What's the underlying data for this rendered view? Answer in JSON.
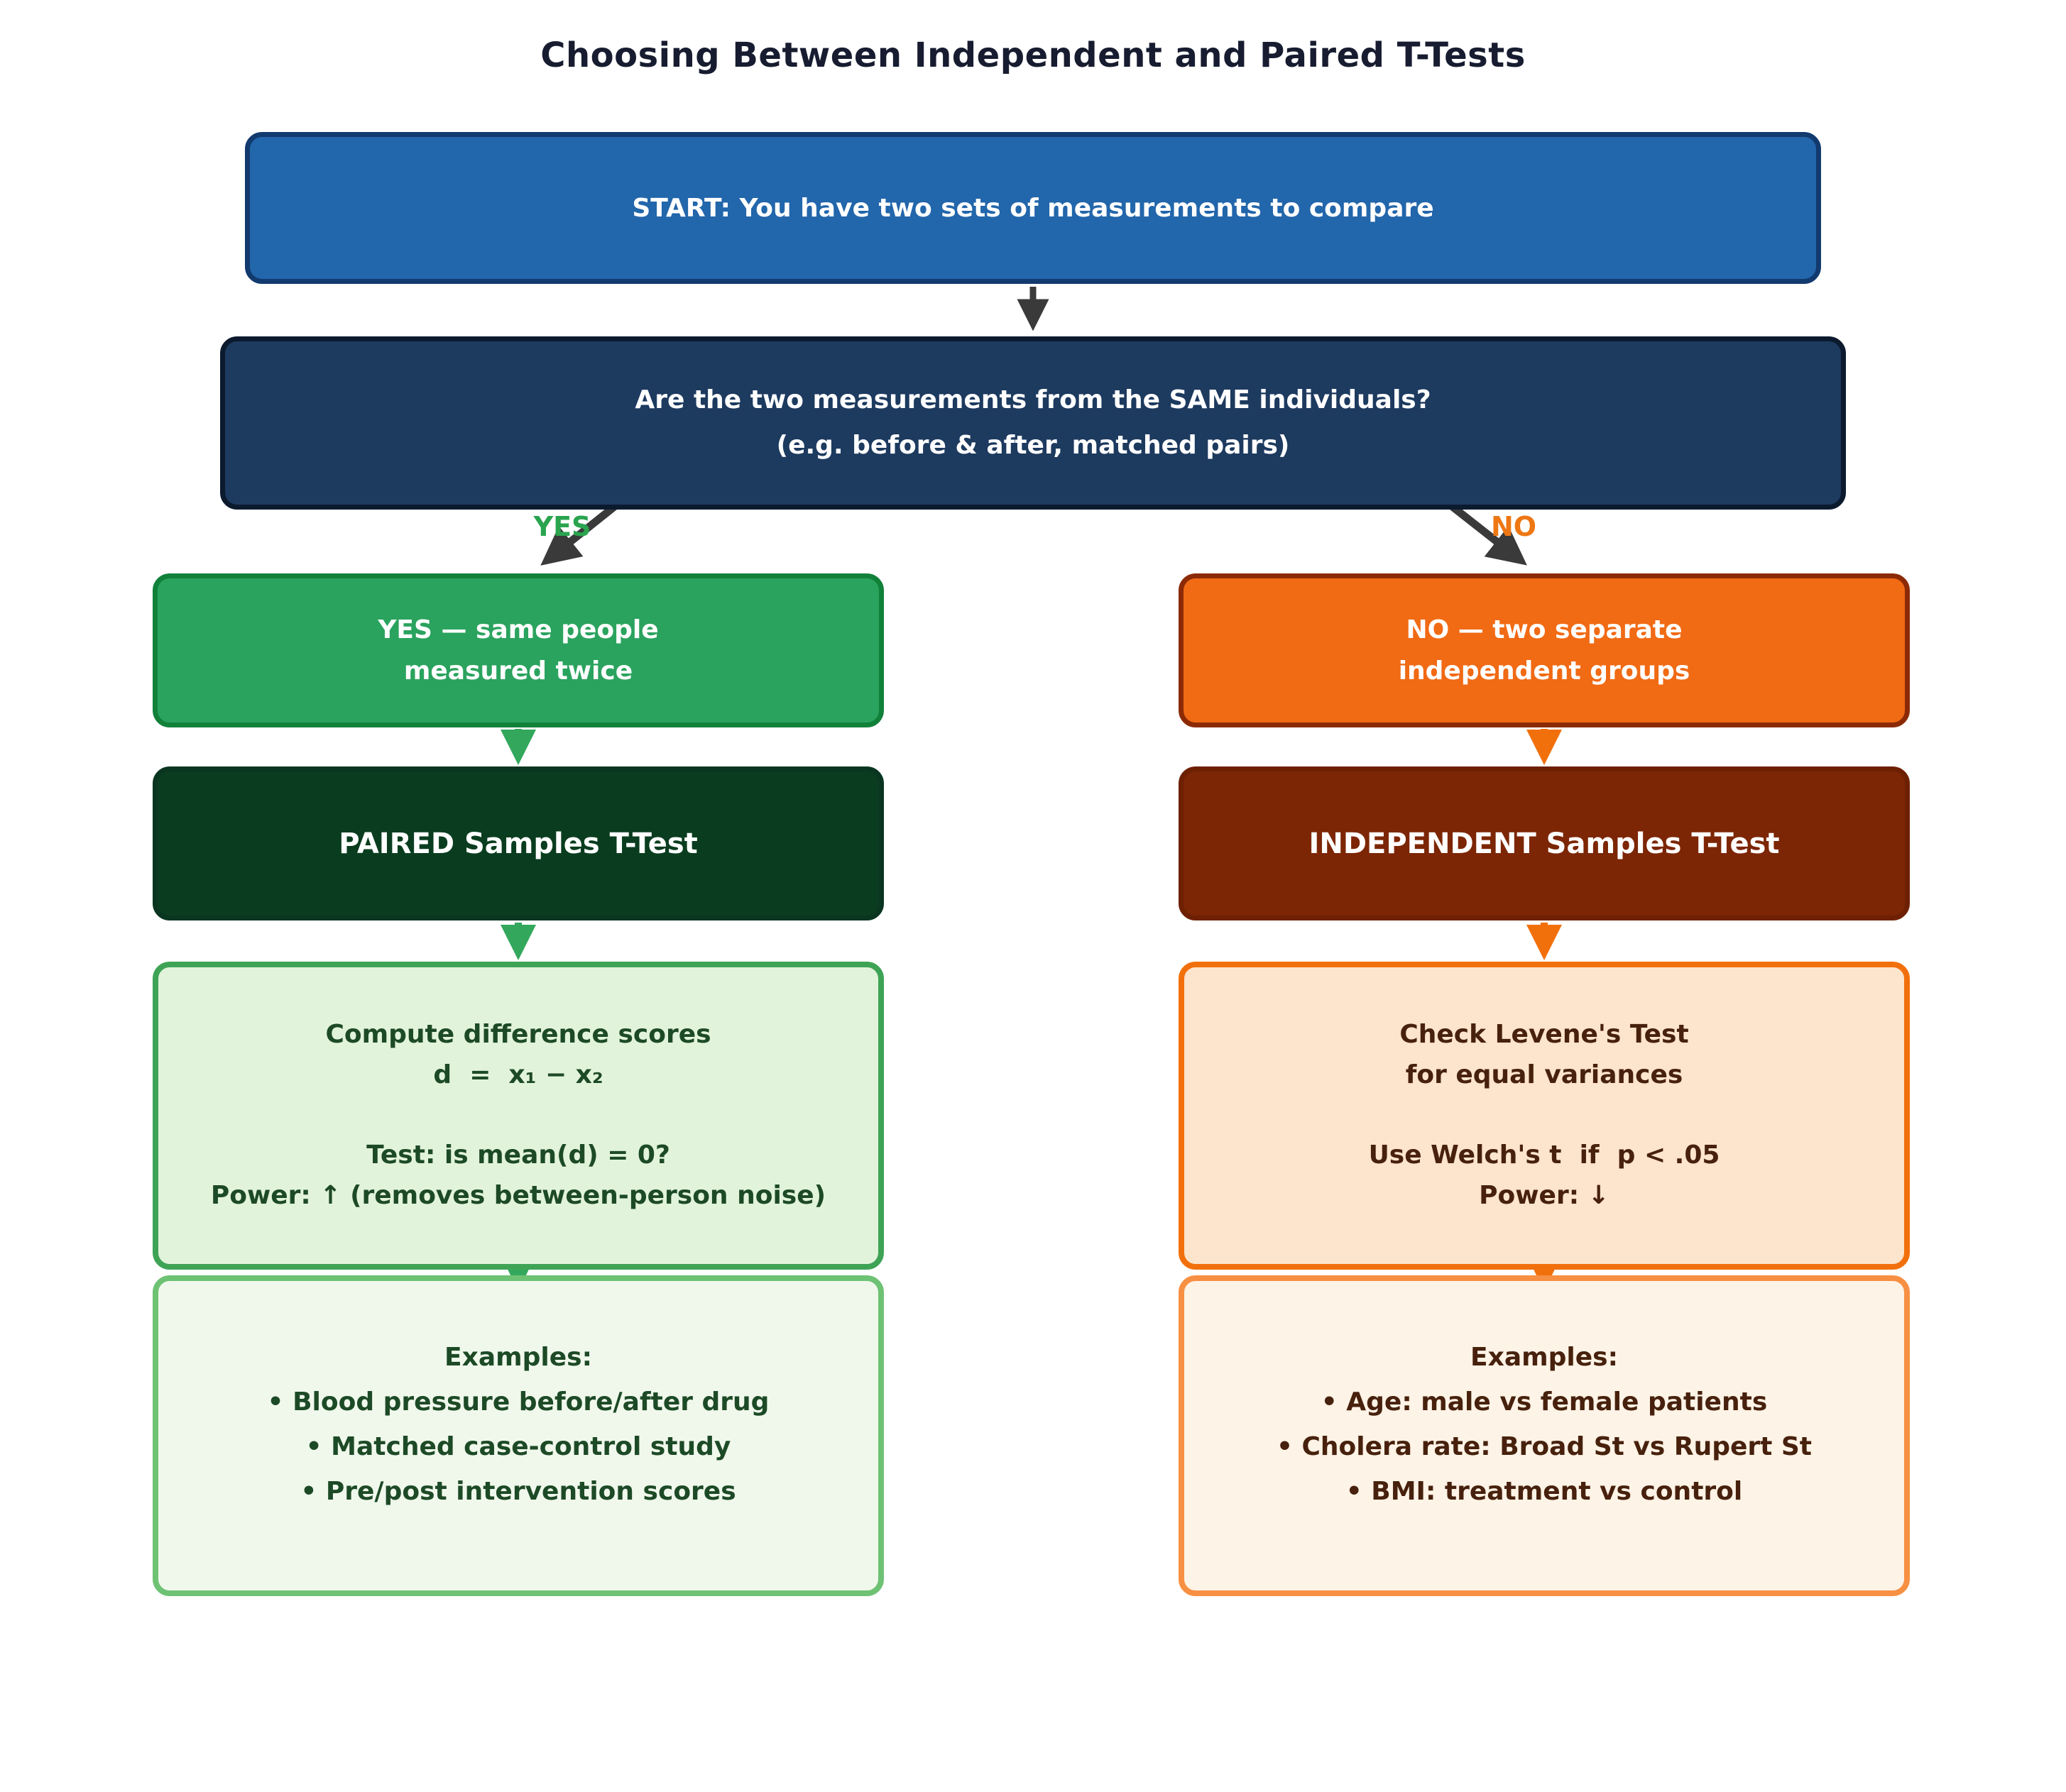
{
  "title": "Choosing Between Independent and Paired T-Tests",
  "nodes": {
    "start": {
      "text": "START: You have two sets of measurements to compare",
      "fill": "#2266ab",
      "border": "#123a6e",
      "text_color": "#ffffff"
    },
    "question": {
      "line1": "Are the two measurements from the SAME individuals?",
      "line2": "(e.g. before & after, matched pairs)",
      "fill": "#1d3a5f",
      "border": "#0c1a2e",
      "text_color": "#ffffff"
    },
    "yes_box": {
      "line1": "YES — same people",
      "line2": "measured twice",
      "fill": "#2aa35e",
      "border": "#11813a",
      "text_color": "#ffffff"
    },
    "no_box": {
      "line1": "NO — two separate",
      "line2": "independent groups",
      "fill": "#f16a14",
      "border": "#8c2a06",
      "text_color": "#ffffff"
    },
    "paired": {
      "text": "PAIRED Samples T-Test",
      "fill": "#0a3d1f",
      "text_color": "#ffffff"
    },
    "independent": {
      "text": "INDEPENDENT Samples T-Test",
      "fill": "#7c2605",
      "text_color": "#ffffff"
    },
    "paired_detail": {
      "group1": [
        "Compute difference scores",
        "d  =  x₁ − x₂"
      ],
      "group2": [
        "Test: is mean(d) = 0?",
        "Power: ↑ (removes between-person noise)"
      ],
      "fill": "#e2f3dc",
      "border": "#3fa356",
      "text_color": "#1d4a26"
    },
    "independent_detail": {
      "group1": [
        "Check Levene's Test",
        "for equal variances"
      ],
      "group2": [
        "Use Welch's t  if  p < .05",
        "Power: ↓"
      ],
      "fill": "#fde4cc",
      "border": "#f2700c",
      "text_color": "#47210d"
    },
    "paired_examples": {
      "heading": "Examples:",
      "items": [
        "• Blood pressure before/after drug",
        "• Matched case-control study",
        "• Pre/post intervention scores"
      ],
      "fill": "#f0f8ec",
      "border": "#6ec274",
      "text_color": "#1d4a26"
    },
    "independent_examples": {
      "heading": "Examples:",
      "items": [
        "• Age: male vs female patients",
        "• Cholera rate: Broad St vs Rupert St",
        "• BMI: treatment vs control"
      ],
      "fill": "#fdf3e6",
      "border": "#f79043",
      "text_color": "#47210d"
    }
  },
  "edges": {
    "yes_label": "YES",
    "no_label": "NO",
    "yes_label_color": "#2aa44f",
    "no_label_color": "#ee7713",
    "neutral_arrow_color": "#3a3a3a",
    "green_arrow_color": "#33a85c",
    "orange_arrow_color": "#f2700c"
  }
}
